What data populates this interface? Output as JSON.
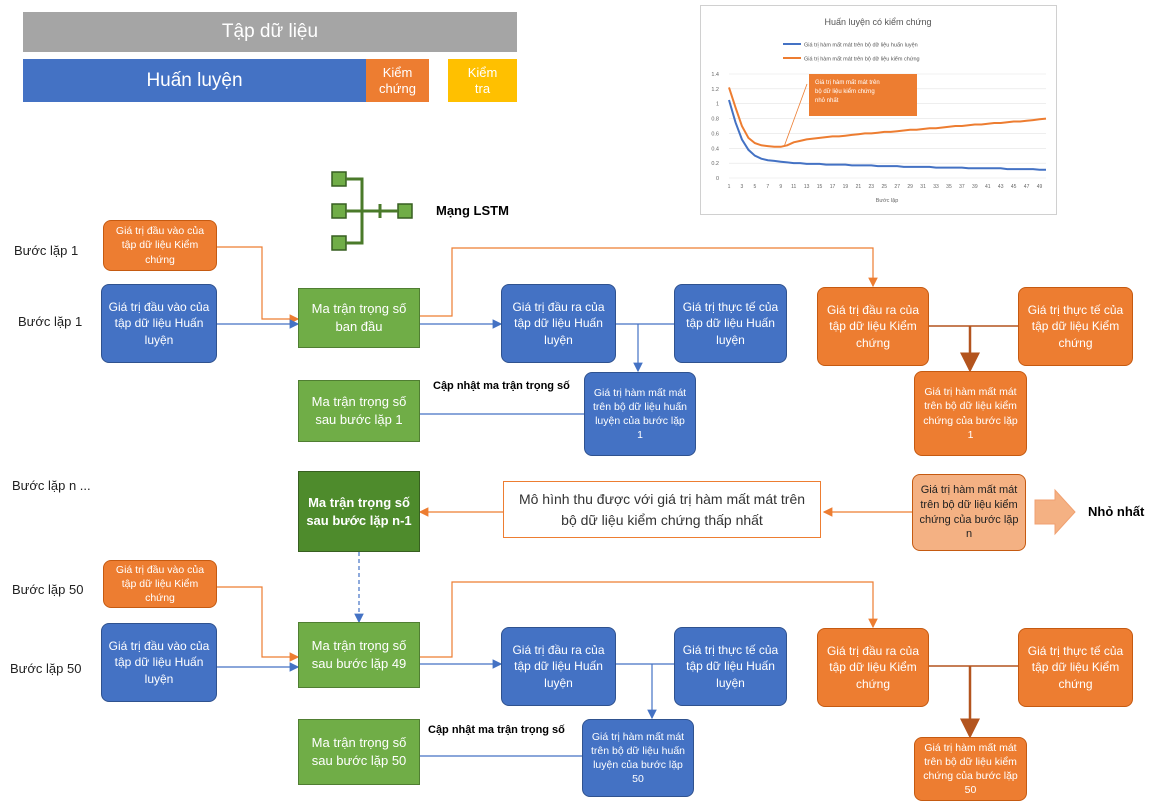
{
  "dataset_bar": {
    "title": "Tập dữ liệu",
    "train": "Huấn luyện",
    "validation": "Kiểm chứng",
    "test": "Kiểm tra"
  },
  "lstm": {
    "label": "Mạng LSTM"
  },
  "rows": {
    "step1_a": "Bước lặp 1",
    "step1_b": "Bước lặp 1",
    "step_n": "Bước lặp n ...",
    "step50_a": "Bước lặp 50",
    "step50_b": "Bước lặp 50"
  },
  "step1": {
    "val_input": "Giá trị đầu vào của tập dữ liệu Kiểm chứng",
    "train_input": "Giá trị đầu vào của tập dữ liệu Huấn luyện",
    "weights": "Ma trận trọng số ban đầu",
    "train_output": "Giá trị đầu ra của tập dữ liệu Huấn luyện",
    "train_actual": "Giá trị thực tế của tập dữ liệu Huấn luyện",
    "val_output": "Giá trị đầu ra của tập dữ liệu Kiểm chứng",
    "val_actual": "Giá trị thực tế của tập dữ liệu Kiểm chứng",
    "val_loss": "Giá trị hàm mất mát trên bộ dữ liệu kiểm chứng của bước lặp 1",
    "update_label": "Cập nhật ma trận trọng số",
    "weights_after": "Ma trận trọng số sau bước lặp 1",
    "train_loss": "Giá trị hàm mất mát trên bộ dữ liệu huấn luyện của bước lặp 1"
  },
  "step_n": {
    "weights": "Ma trận trọng số sau bước lặp n-1",
    "model": "Mô hình thu được với giá trị hàm mất mát trên bộ dữ liệu kiểm chứng thấp nhất",
    "val_loss": "Giá trị hàm mất mát trên bộ dữ liệu kiểm chứng của bước lặp n",
    "min_label": "Nhỏ nhất"
  },
  "step50": {
    "val_input": "Giá trị đầu vào của tập dữ liệu Kiểm chứng",
    "train_input": "Giá trị đầu vào của tập dữ liệu Huấn luyện",
    "weights": "Ma trận trọng số sau bước lặp 49",
    "train_output": "Giá trị đầu ra của tập dữ liệu Huấn luyện",
    "train_actual": "Giá trị thực tế của tập dữ liệu Huấn luyện",
    "val_output": "Giá trị đầu ra của tập dữ liệu Kiểm chứng",
    "val_actual": "Giá trị thực tế của tập dữ liệu Kiểm chứng",
    "val_loss": "Giá trị hàm mất mát trên bộ dữ liệu kiểm chứng của bước lặp 50",
    "update_label": "Cập nhật ma trận trọng số",
    "weights_after": "Ma trận trọng số sau bước lặp 50",
    "train_loss": "Giá trị hàm mất mát trên bộ dữ liệu huấn luyện của bước lặp 50"
  },
  "colors": {
    "blue": "#4472C4",
    "orange": "#ED7D31",
    "green": "#70AD47",
    "gray": "#A5A5A5",
    "yellow": "#FFC000"
  },
  "chart_data": {
    "type": "line",
    "title": "Huấn luyện có kiểm chứng",
    "xlabel": "Bước lặp",
    "ylabel": "",
    "ylim": [
      0,
      1.4
    ],
    "yticks": [
      "0",
      "0.2",
      "0.4",
      "0.6",
      "0.8",
      "1",
      "1.2",
      "1.4"
    ],
    "xticks": [
      "1",
      "3",
      "5",
      "7",
      "9",
      "11",
      "13",
      "15",
      "17",
      "19",
      "21",
      "23",
      "25",
      "27",
      "29",
      "31",
      "33",
      "35",
      "37",
      "39",
      "41",
      "43",
      "45",
      "47",
      "49"
    ],
    "legend_position": "top",
    "annotation": "Giá trị hàm mất mát trên bộ dữ liệu kiểm chứng nhỏ nhất",
    "x": [
      1,
      2,
      3,
      4,
      5,
      6,
      7,
      8,
      9,
      10,
      11,
      12,
      13,
      14,
      15,
      16,
      17,
      18,
      19,
      20,
      21,
      22,
      23,
      24,
      25,
      26,
      27,
      28,
      29,
      30,
      31,
      32,
      33,
      34,
      35,
      36,
      37,
      38,
      39,
      40,
      41,
      42,
      43,
      44,
      45,
      46,
      47,
      48,
      49,
      50
    ],
    "series": [
      {
        "name": "Giá trị hàm mất mát trên bộ dữ liệu huấn luyện",
        "color": "#4472C4",
        "values": [
          1.05,
          0.75,
          0.52,
          0.38,
          0.3,
          0.26,
          0.24,
          0.23,
          0.22,
          0.21,
          0.2,
          0.2,
          0.19,
          0.19,
          0.19,
          0.18,
          0.18,
          0.18,
          0.18,
          0.17,
          0.17,
          0.17,
          0.17,
          0.16,
          0.16,
          0.16,
          0.16,
          0.15,
          0.15,
          0.15,
          0.15,
          0.15,
          0.14,
          0.14,
          0.14,
          0.14,
          0.14,
          0.13,
          0.13,
          0.13,
          0.13,
          0.13,
          0.13,
          0.12,
          0.12,
          0.12,
          0.12,
          0.12,
          0.11,
          0.11
        ]
      },
      {
        "name": "Giá trị hàm mất mát trên bộ dữ liệu kiểm chứng",
        "color": "#ED7D31",
        "values": [
          1.22,
          0.95,
          0.7,
          0.54,
          0.47,
          0.44,
          0.43,
          0.42,
          0.42,
          0.44,
          0.48,
          0.5,
          0.52,
          0.53,
          0.54,
          0.55,
          0.56,
          0.56,
          0.57,
          0.58,
          0.59,
          0.6,
          0.6,
          0.61,
          0.62,
          0.62,
          0.63,
          0.64,
          0.65,
          0.65,
          0.66,
          0.67,
          0.67,
          0.68,
          0.69,
          0.7,
          0.7,
          0.71,
          0.72,
          0.72,
          0.73,
          0.74,
          0.74,
          0.75,
          0.76,
          0.76,
          0.77,
          0.78,
          0.79,
          0.8
        ]
      }
    ]
  }
}
